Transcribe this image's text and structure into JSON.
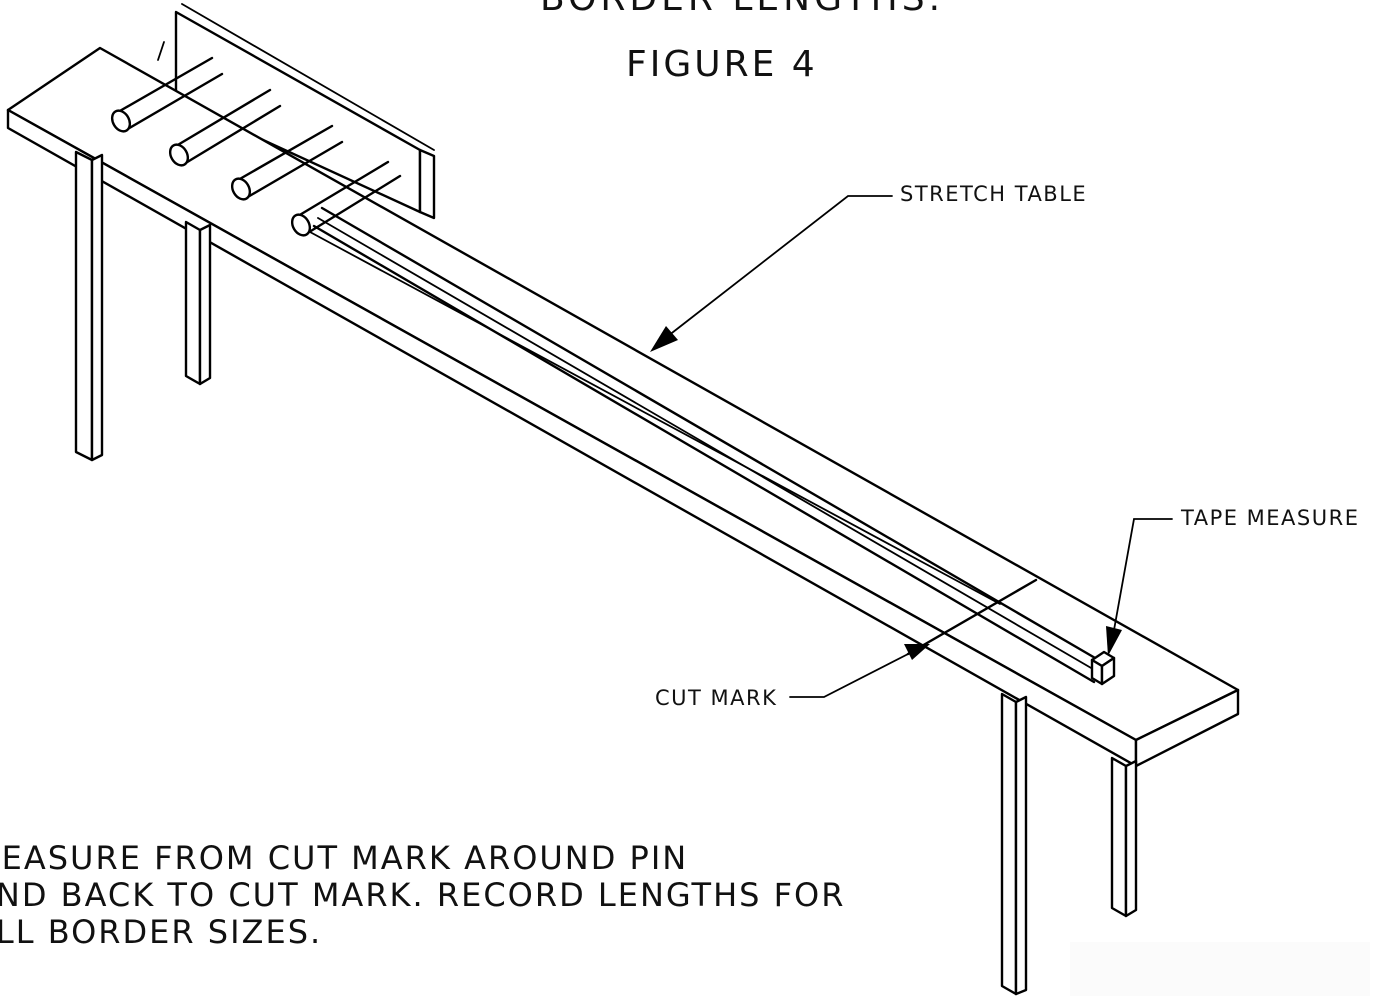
{
  "heading_partial": "BORDER LENGTHS.",
  "figure_title": "FIGURE 4",
  "labels": {
    "stretch_table": "STRETCH TABLE",
    "tape_measure": "TAPE MEASURE",
    "cut_mark": "CUT MARK"
  },
  "note_lines": [
    "MEASURE FROM CUT MARK AROUND PIN",
    "AND BACK TO CUT MARK. RECORD LENGTHS FOR",
    "ALL BORDER SIZES."
  ],
  "colors": {
    "line": "#000000",
    "background": "#ffffff"
  }
}
